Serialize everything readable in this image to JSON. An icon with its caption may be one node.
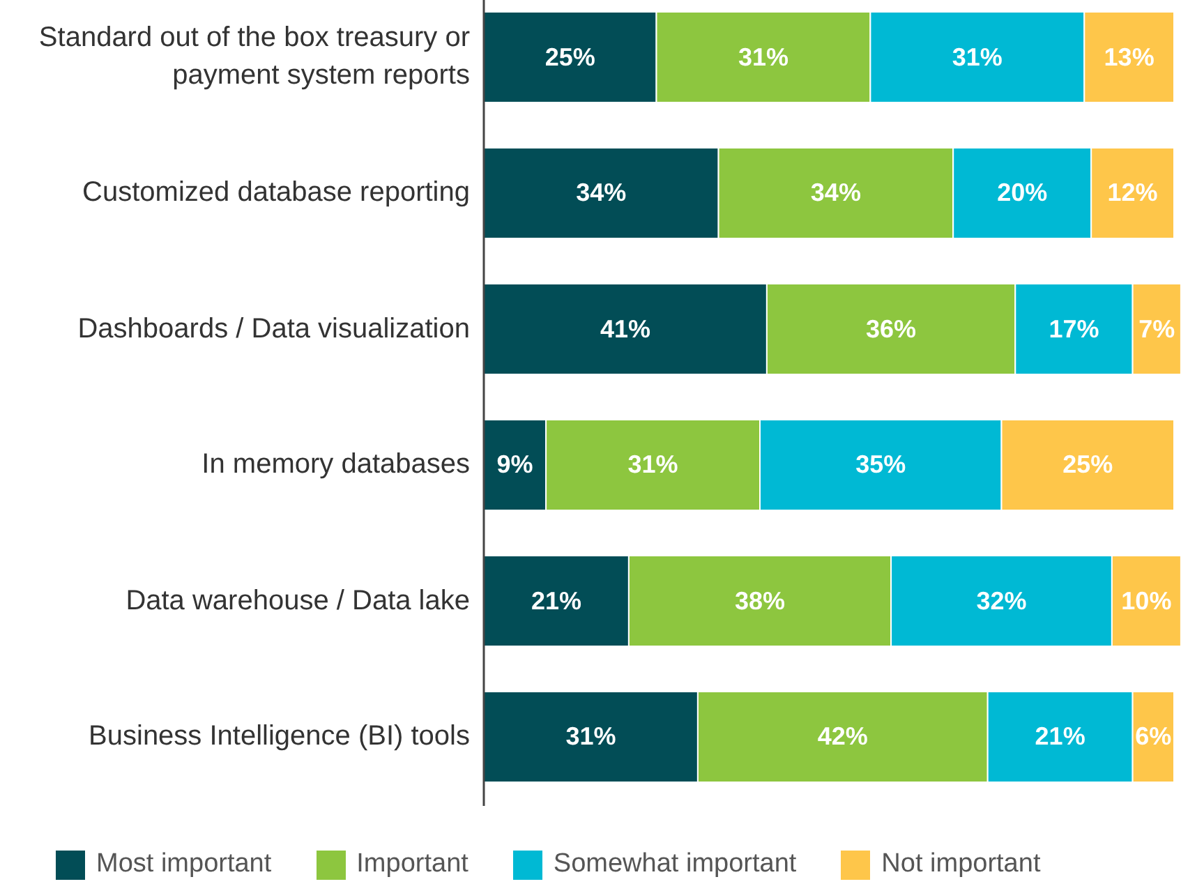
{
  "diagram": {
    "chart_data": {
      "type": "bar",
      "orientation": "horizontal",
      "stacked": true,
      "legend": "bottom",
      "categories": [
        "Standard out of the box treasury or payment system reports",
        "Customized database reporting",
        "Dashboards / Data visualization",
        "In memory databases",
        "Data warehouse / Data lake",
        "Business Intelligence (BI) tools"
      ],
      "series": [
        {
          "name": "Most important",
          "color": "#024d56",
          "values": [
            25,
            34,
            41,
            9,
            21,
            31
          ],
          "value_labels": [
            "25%",
            "34%",
            "41%",
            "9%",
            "21%",
            "31%"
          ]
        },
        {
          "name": "Important",
          "color": "#8dc63f",
          "values": [
            31,
            34,
            36,
            31,
            38,
            42
          ],
          "value_labels": [
            "31%",
            "34%",
            "36%",
            "31%",
            "38%",
            "42%"
          ]
        },
        {
          "name": "Somewhat important",
          "color": "#00b9d4",
          "values": [
            31,
            20,
            17,
            35,
            32,
            21
          ],
          "value_labels": [
            "31%",
            "20%",
            "17%",
            "35%",
            "32%",
            "21%"
          ]
        },
        {
          "name": "Not important",
          "color": "#fec64a",
          "values": [
            13,
            12,
            7,
            25,
            10,
            6
          ],
          "value_labels": [
            "13%",
            "12%",
            "7%",
            "25%",
            "10%",
            "6%"
          ]
        }
      ]
    }
  }
}
